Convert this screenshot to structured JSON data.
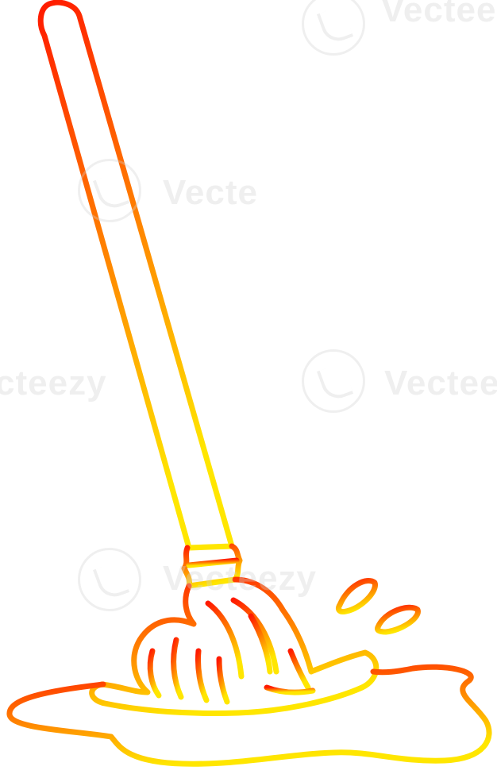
{
  "illustration": {
    "subject": "mop-in-puddle",
    "style": "line-art",
    "stroke_gradient": [
      "#ff1a00",
      "#ff8a00",
      "#ffe600"
    ]
  },
  "watermark": {
    "text": "Vecteezy",
    "fragments": [
      "Vecteezy",
      "Vecte",
      "cteezy",
      "Vecteezy",
      "Vecteezy"
    ],
    "color": "#d2d2d2"
  }
}
